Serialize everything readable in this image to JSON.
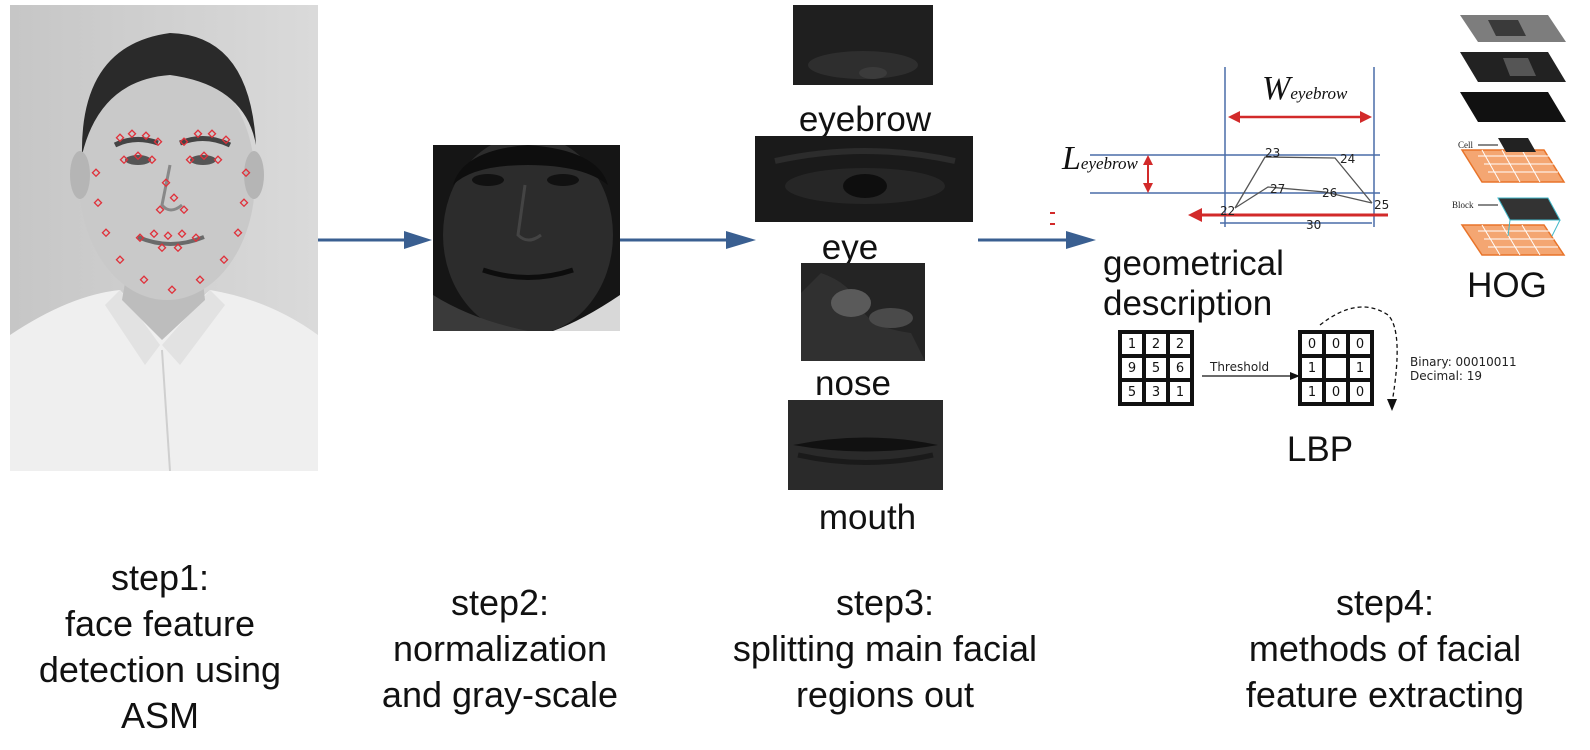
{
  "regions": {
    "eyebrow": "eyebrow",
    "eye": "eye",
    "nose": "nose",
    "mouth": "mouth"
  },
  "geometry": {
    "w_symbol": "W",
    "w_subscript": "eyebrow",
    "l_symbol": "L",
    "l_subscript": "eyebrow",
    "points": [
      "23",
      "24",
      "27",
      "26",
      "22",
      "25",
      "30"
    ],
    "label_line1": "geometrical",
    "label_line2": "description"
  },
  "hog": {
    "label": "HOG",
    "cell": "Cell",
    "block": "Block"
  },
  "lbp": {
    "input": [
      "1",
      "2",
      "2",
      "9",
      "5",
      "6",
      "5",
      "3",
      "1"
    ],
    "output": [
      "0",
      "0",
      "0",
      "1",
      "",
      "1",
      "1",
      "0",
      "0"
    ],
    "threshold": "Threshold",
    "binary": "Binary: 00010011",
    "decimal": "Decimal: 19",
    "label": "LBP"
  },
  "steps": {
    "s1": [
      "step1:",
      "face feature",
      "detection using",
      "ASM"
    ],
    "s2": [
      "step2:",
      "normalization",
      "and gray-scale"
    ],
    "s3": [
      "step3:",
      "splitting main facial",
      "regions out"
    ],
    "s4": [
      "step4:",
      "methods of facial",
      "feature extracting"
    ]
  },
  "colors": {
    "arrow": "#3a5f91",
    "landmark": "#e0303a",
    "red_arrow": "#d22a2a",
    "geo_line": "#4a6da8",
    "hog_grid": "#e8742a"
  }
}
